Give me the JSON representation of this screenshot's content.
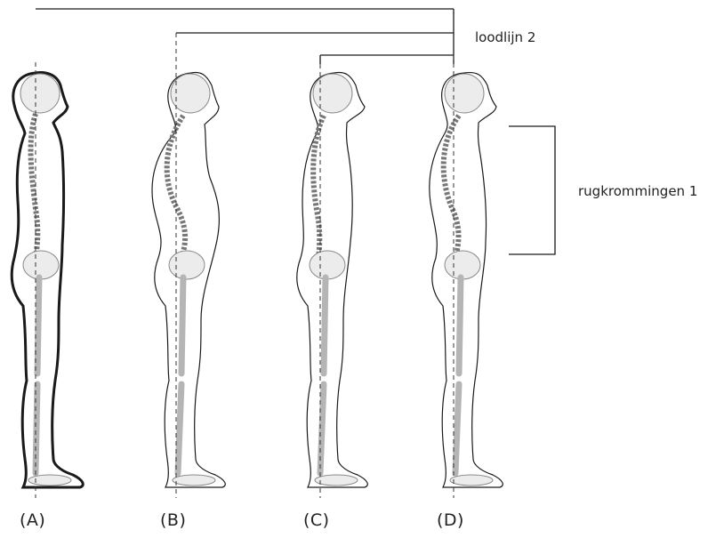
{
  "annotations": {
    "plumb_line": "loodlijn 2",
    "spine_curves": "rugkrommingen 1"
  },
  "figures": [
    {
      "id": "A",
      "label": "(A)"
    },
    {
      "id": "B",
      "label": "(B)"
    },
    {
      "id": "C",
      "label": "(C)"
    },
    {
      "id": "D",
      "label": "(D)"
    }
  ],
  "colors": {
    "ink": "#1a1a1a",
    "bone_fill": "#e9e9e9",
    "bone_stroke": "#8a8a8a",
    "plumb": "#333333"
  }
}
